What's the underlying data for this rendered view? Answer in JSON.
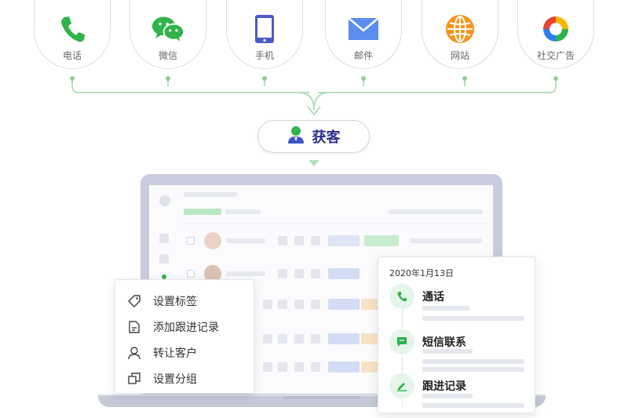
{
  "channels": [
    {
      "label": "电话",
      "icon": "phone-icon"
    },
    {
      "label": "微信",
      "icon": "wechat-icon"
    },
    {
      "label": "手机",
      "icon": "mobile-icon"
    },
    {
      "label": "邮件",
      "icon": "mail-icon"
    },
    {
      "label": "网站",
      "icon": "globe-icon"
    },
    {
      "label": "社交广告",
      "icon": "social-ad-icon"
    }
  ],
  "acquire": {
    "label": "获客",
    "icon": "user-icon"
  },
  "context_menu": {
    "items": [
      {
        "label": "设置标签",
        "icon": "tag-icon"
      },
      {
        "label": "添加跟进记录",
        "icon": "edit-note-icon"
      },
      {
        "label": "转让客户",
        "icon": "person-icon"
      },
      {
        "label": "设置分组",
        "icon": "group-icon"
      }
    ]
  },
  "timeline": {
    "date": "2020年1月13日",
    "items": [
      {
        "label": "通话",
        "icon": "phone-icon"
      },
      {
        "label": "短信联系",
        "icon": "message-icon"
      },
      {
        "label": "跟进记录",
        "icon": "pen-icon"
      }
    ]
  },
  "colors": {
    "green": "#2fb34a",
    "connector": "#b7dfbf",
    "navy": "#2d2f8f",
    "laptop": "#c9ccdf",
    "blue": "#5b8def",
    "orange": "#f7941d"
  }
}
